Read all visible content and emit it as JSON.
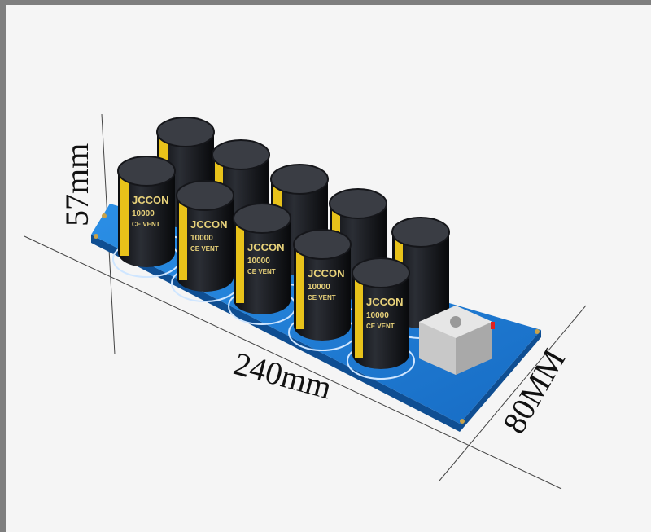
{
  "dimensions": {
    "height": "57mm",
    "length": "240mm",
    "width": "80MM"
  },
  "capacitor_label": {
    "brand": "JCCON",
    "value": "10000",
    "vent": "CE VENT"
  },
  "colors": {
    "board": "#1f7fd8",
    "capacitor": "#1a1c20",
    "sleeve_stripe": "#e8c21a",
    "background": "#f5f5f5",
    "frame": "#7f7f7f"
  }
}
